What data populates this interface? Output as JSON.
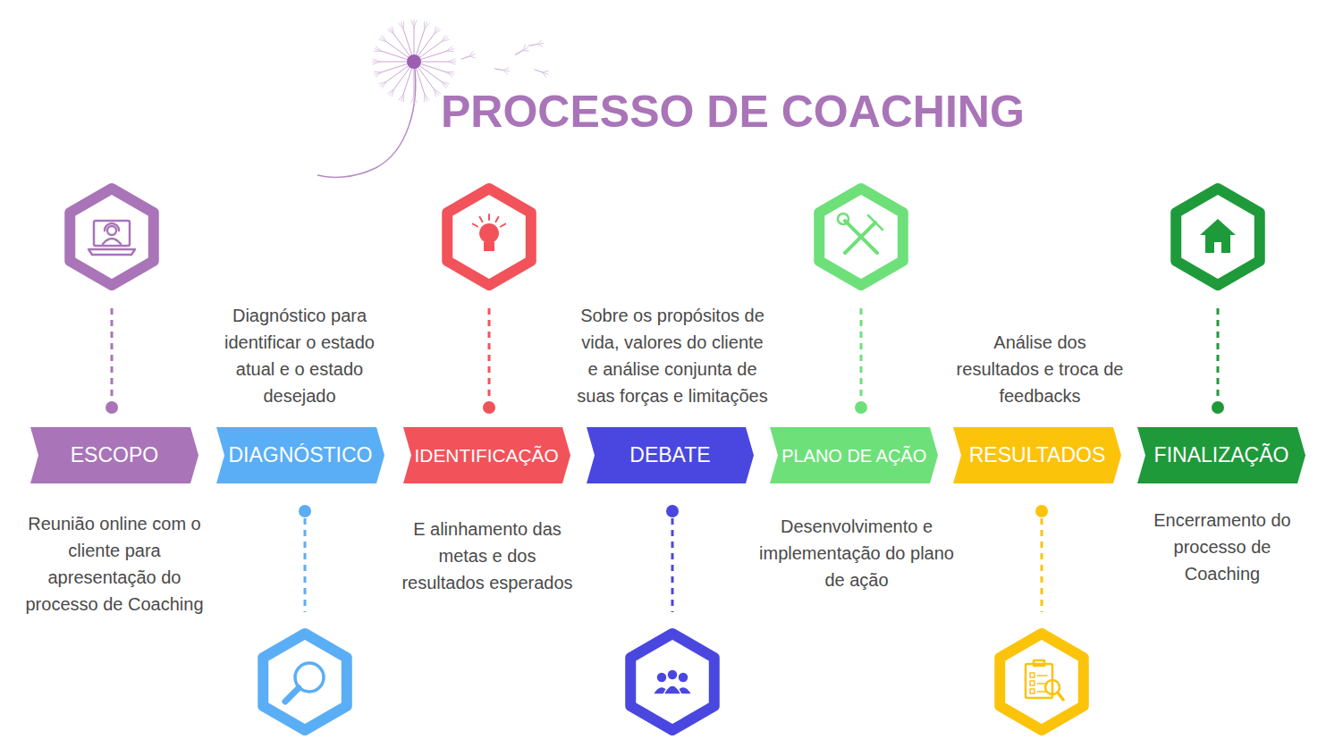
{
  "diagram": {
    "title": "PROCESSO DE COACHING",
    "nodes": [
      {
        "text": [
          "ESCOPO"
        ]
      },
      {
        "text": [
          "DIAGNÓSTICO"
        ]
      },
      {
        "text": [
          "IDENTIFICAÇÃO"
        ]
      },
      {
        "text": [
          "DEBATE"
        ]
      },
      {
        "text": [
          "PLANO DE AÇÃO"
        ]
      },
      {
        "text": [
          "RESULTADOS"
        ]
      },
      {
        "text": [
          "FINALIZAÇÃO"
        ]
      }
    ],
    "labels": [
      "Reunião online com o cliente para apresentação do processo de Coaching",
      "Diagnóstico para identificar o estado atual e o estado desejado",
      "E alinhamento das metas e dos resultados esperados",
      "Sobre os propósitos de vida, valores do cliente e análise conjunta de suas forças e limitações",
      "Desenvolvimento e implementação do plano de ação",
      "Análise dos resultados e troca de feedbacks",
      "Encerramento do processo de Coaching"
    ]
  }
}
